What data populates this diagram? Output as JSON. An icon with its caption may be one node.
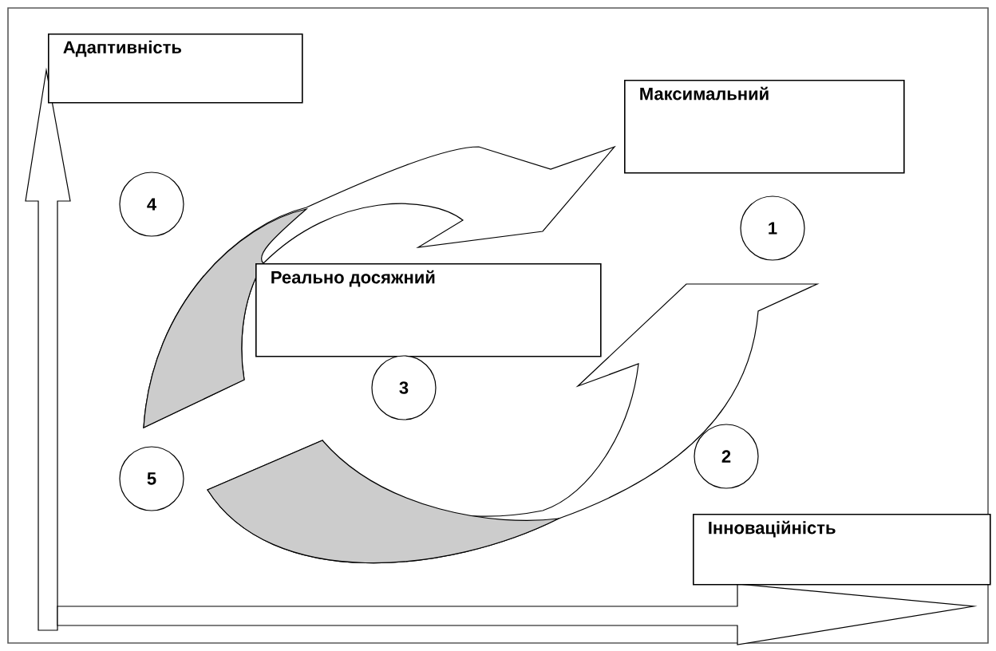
{
  "diagram": {
    "nodes": [
      {
        "text": [
          "Адаптивність"
        ]
      },
      {
        "text": [
          "Максимальний"
        ]
      },
      {
        "text": [
          "4"
        ]
      },
      {
        "text": [
          "1"
        ]
      },
      {
        "text": [
          "Реально досяжний"
        ]
      },
      {
        "text": [
          "3"
        ]
      },
      {
        "text": [
          "5"
        ]
      },
      {
        "text": [
          "2"
        ]
      },
      {
        "text": [
          "Інноваційність"
        ]
      }
    ]
  }
}
